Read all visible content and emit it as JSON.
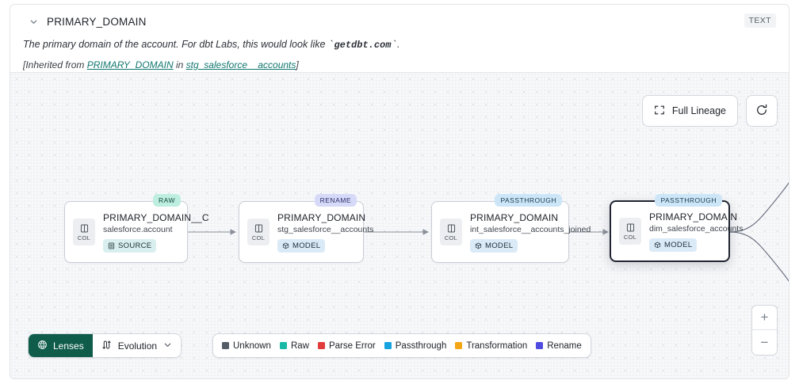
{
  "header": {
    "chevron_icon": "chevron-down-icon",
    "column_name": "PRIMARY_DOMAIN",
    "type_badge": "TEXT",
    "description_prefix": "The primary domain of the account. For dbt Labs, this would look like ",
    "description_code": "getdbt.com",
    "description_suffix": ".",
    "inherited_prefix": "[Inherited from ",
    "inherited_link_1": "PRIMARY_DOMAIN",
    "inherited_middle": " in ",
    "inherited_link_2": "stg_salesforce__accounts",
    "inherited_suffix": "]"
  },
  "canvas": {
    "full_lineage_label": "Full Lineage",
    "full_lineage_icon": "expand-frame-icon",
    "refresh_icon": "refresh-icon",
    "zoom_in_label": "+",
    "zoom_out_label": "−"
  },
  "nodes": [
    {
      "tag": "RAW",
      "tag_kind": "raw",
      "col_label": "COL",
      "col_icon": "column-icon",
      "title": "PRIMARY_DOMAIN__C",
      "subtitle": "salesforce.account",
      "kind_label": "SOURCE",
      "kind_icon": "database-icon",
      "kind_style": "source",
      "selected": false
    },
    {
      "tag": "RENAME",
      "tag_kind": "rename",
      "col_label": "COL",
      "col_icon": "column-icon",
      "title": "PRIMARY_DOMAIN",
      "subtitle": "stg_salesforce__accounts",
      "kind_label": "MODEL",
      "kind_icon": "cube-icon",
      "kind_style": "model",
      "selected": false
    },
    {
      "tag": "PASSTHROUGH",
      "tag_kind": "passthrough",
      "col_label": "COL",
      "col_icon": "column-icon",
      "title": "PRIMARY_DOMAIN",
      "subtitle": "int_salesforce__accounts_joined",
      "kind_label": "MODEL",
      "kind_icon": "cube-icon",
      "kind_style": "model",
      "selected": false
    },
    {
      "tag": "PASSTHROUGH",
      "tag_kind": "passthrough",
      "col_label": "COL",
      "col_icon": "column-icon",
      "title": "PRIMARY_DOMAIN",
      "subtitle": "dim_salesforce_accounts",
      "kind_label": "MODEL",
      "kind_icon": "cube-icon",
      "kind_style": "model",
      "selected": true
    }
  ],
  "toolbar": {
    "lenses_label": "Lenses",
    "lenses_icon": "lens-icon",
    "evolution_label": "Evolution",
    "evolution_icon": "evolution-arrows-icon",
    "evolution_chevron_icon": "chevron-down-icon"
  },
  "legend": [
    {
      "label": "Unknown",
      "color": "#545d66"
    },
    {
      "label": "Raw",
      "color": "#17b8a6"
    },
    {
      "label": "Parse Error",
      "color": "#e23b3b"
    },
    {
      "label": "Passthrough",
      "color": "#17a2e0"
    },
    {
      "label": "Transformation",
      "color": "#f5a615"
    },
    {
      "label": "Rename",
      "color": "#4f4ae0"
    }
  ]
}
